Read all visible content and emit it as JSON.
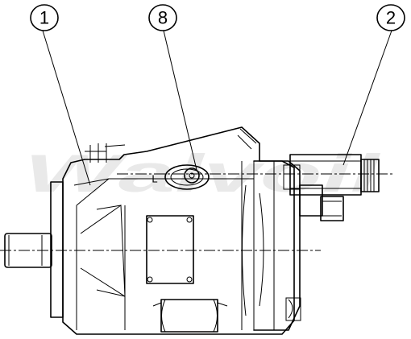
{
  "watermark": "Walvoil",
  "callouts": [
    {
      "id": "callout-1",
      "label": "1"
    },
    {
      "id": "callout-8",
      "label": "8"
    },
    {
      "id": "callout-2",
      "label": "2"
    }
  ],
  "port_label": "L",
  "colors": {
    "line": "#000000",
    "background": "#ffffff",
    "watermark": "#e9e9e9"
  }
}
